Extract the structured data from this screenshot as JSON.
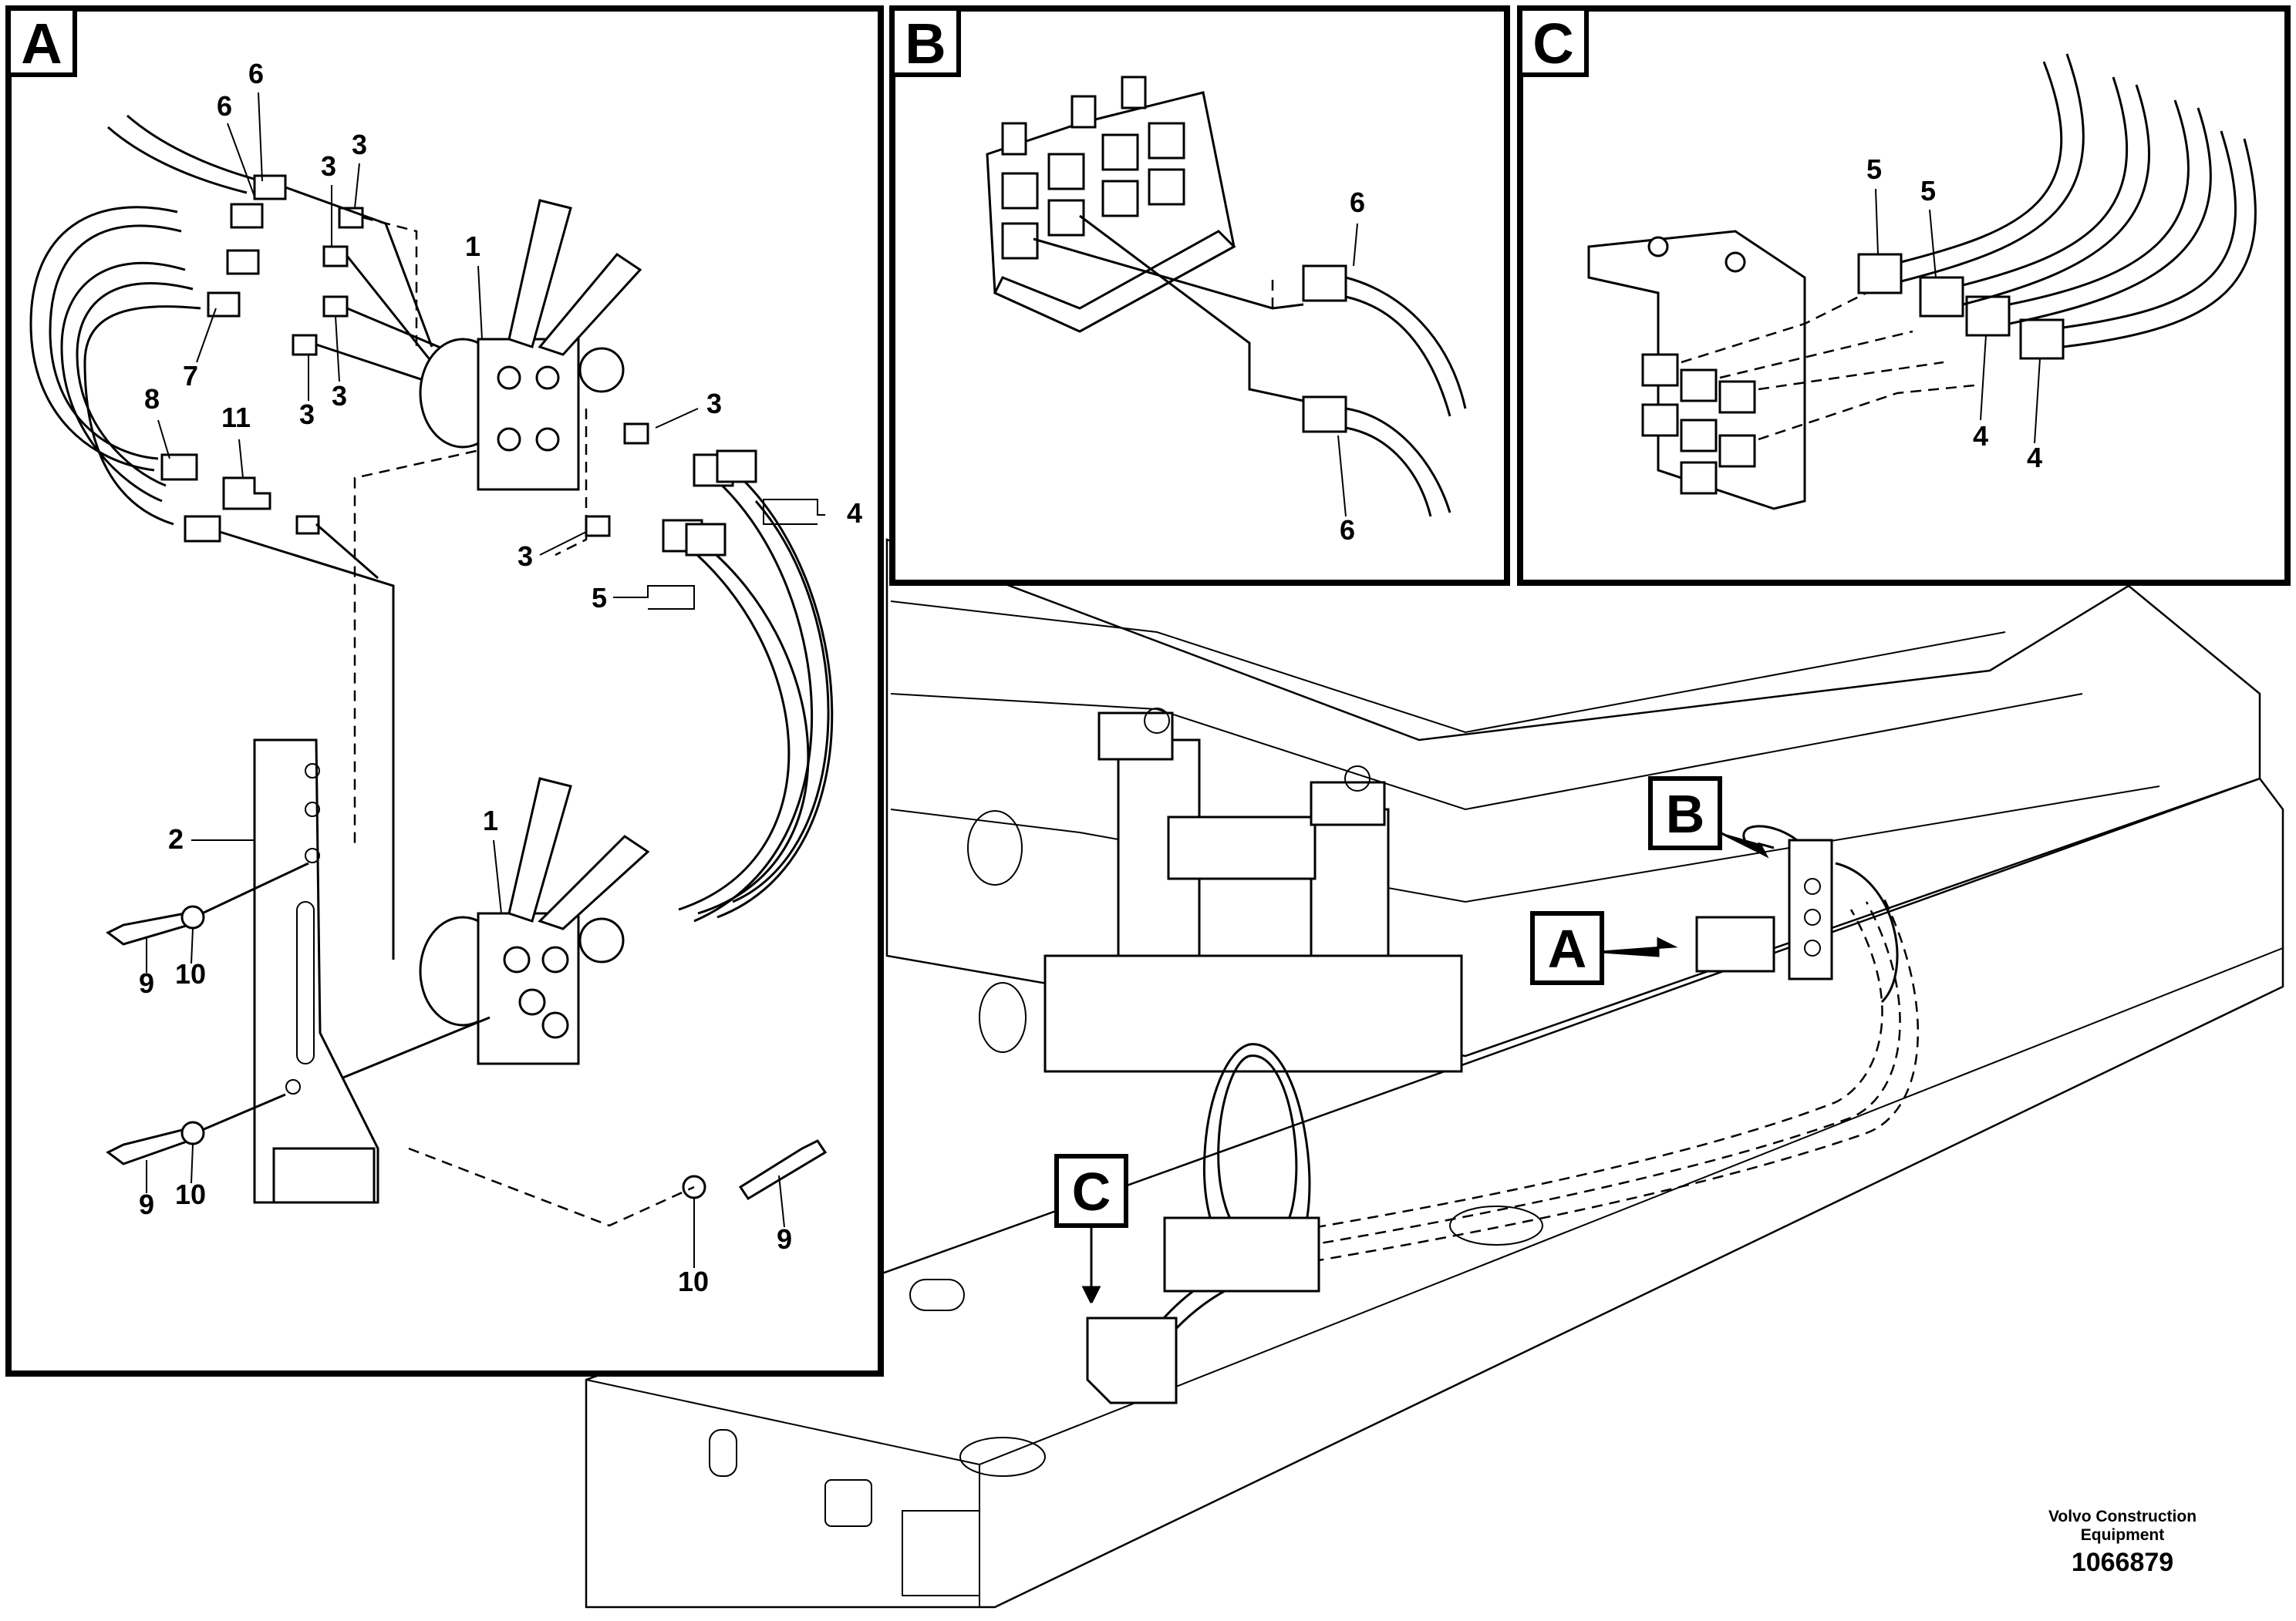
{
  "panels": {
    "a": {
      "tag": "A"
    },
    "b": {
      "tag": "B"
    },
    "c": {
      "tag": "C"
    }
  },
  "callouts": {
    "a": "A",
    "b": "B",
    "c": "C"
  },
  "labels": {
    "a1_top": "1",
    "a1_bottom": "1",
    "a2": "2",
    "a3_1": "3",
    "a3_2": "3",
    "a3_3": "3",
    "a3_4": "3",
    "a3_5": "3",
    "a3_6": "3",
    "a4": "4",
    "a5": "5",
    "a6_1": "6",
    "a6_2": "6",
    "a7": "7",
    "a8": "8",
    "a9_1": "9",
    "a9_2": "9",
    "a9_3": "9",
    "a10_1": "10",
    "a10_2": "10",
    "a10_3": "10",
    "a11": "11",
    "b6_top": "6",
    "b6_bottom": "6",
    "c5_1": "5",
    "c5_2": "5",
    "c4_1": "4",
    "c4_2": "4"
  },
  "footer": {
    "company": "Volvo Construction Equipment",
    "doc_number": "1066879"
  }
}
